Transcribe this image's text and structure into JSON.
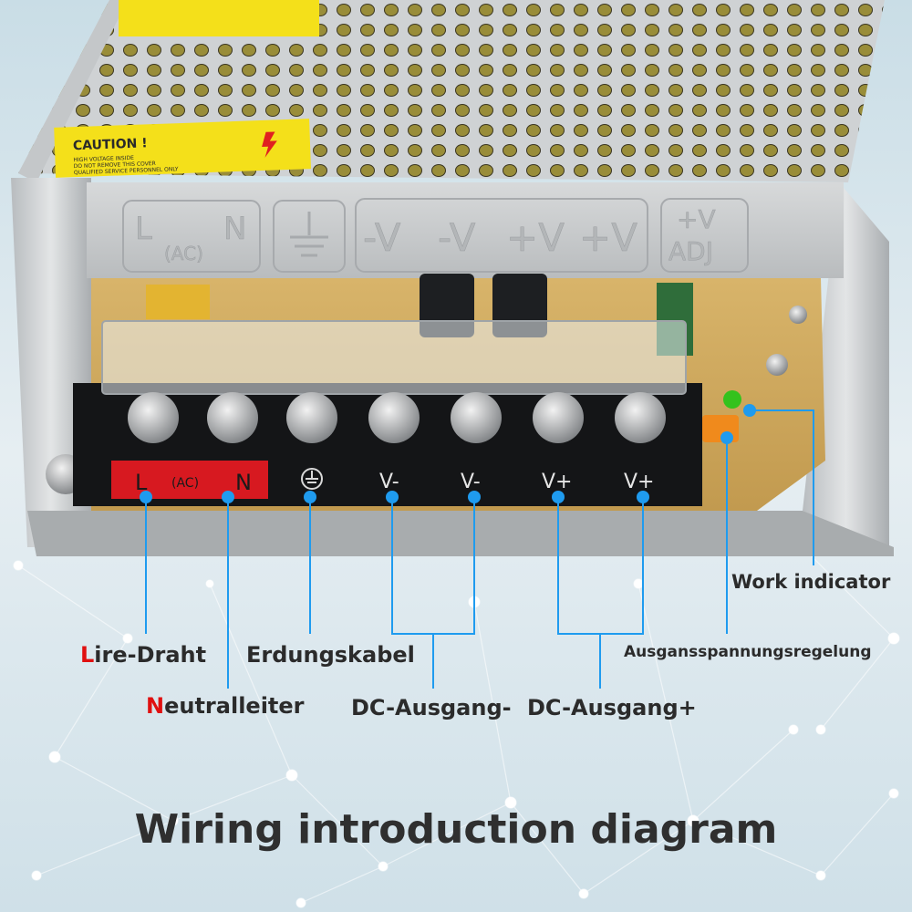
{
  "caution_sticker": {
    "heading": "CAUTION !",
    "lines": [
      "HIGH VOLTAGE INSIDE",
      "DO NOT REMOVE THIS COVER",
      "QUALIFIED SERVICE PERSONNEL ONLY"
    ]
  },
  "case_print": {
    "l": "L",
    "n": "N",
    "ac": "(AC)",
    "v_minus_1": "-V",
    "v_minus_2": "-V",
    "v_plus_1": "+V",
    "v_plus_2": "+V",
    "adj_top": "+V",
    "adj_bottom": "ADJ"
  },
  "terminal_strip": {
    "l": "L",
    "ac": "(AC)",
    "n": "N",
    "v_minus_1": "V-",
    "v_minus_2": "V-",
    "v_plus_1": "V+",
    "v_plus_2": "V+"
  },
  "labels": {
    "live_first": "L",
    "live_rest": "ire-Draht",
    "neutral_first": "N",
    "neutral_rest": "eutralleiter",
    "ground": "Erdungskabel",
    "dc_minus": "DC-Ausgang-",
    "dc_plus": "DC-Ausgang+",
    "work_indicator": "Work indicator",
    "voltage_adjust": "Ausgansspannungsregelung"
  },
  "title": "Wiring introduction diagram",
  "colors": {
    "callout_line": "#1f9bef",
    "terminal_red": "#d71920",
    "highlight_letter": "#e01010",
    "text": "#2b2b2b",
    "led": "#34c21d",
    "pot": "#f08a1c"
  }
}
